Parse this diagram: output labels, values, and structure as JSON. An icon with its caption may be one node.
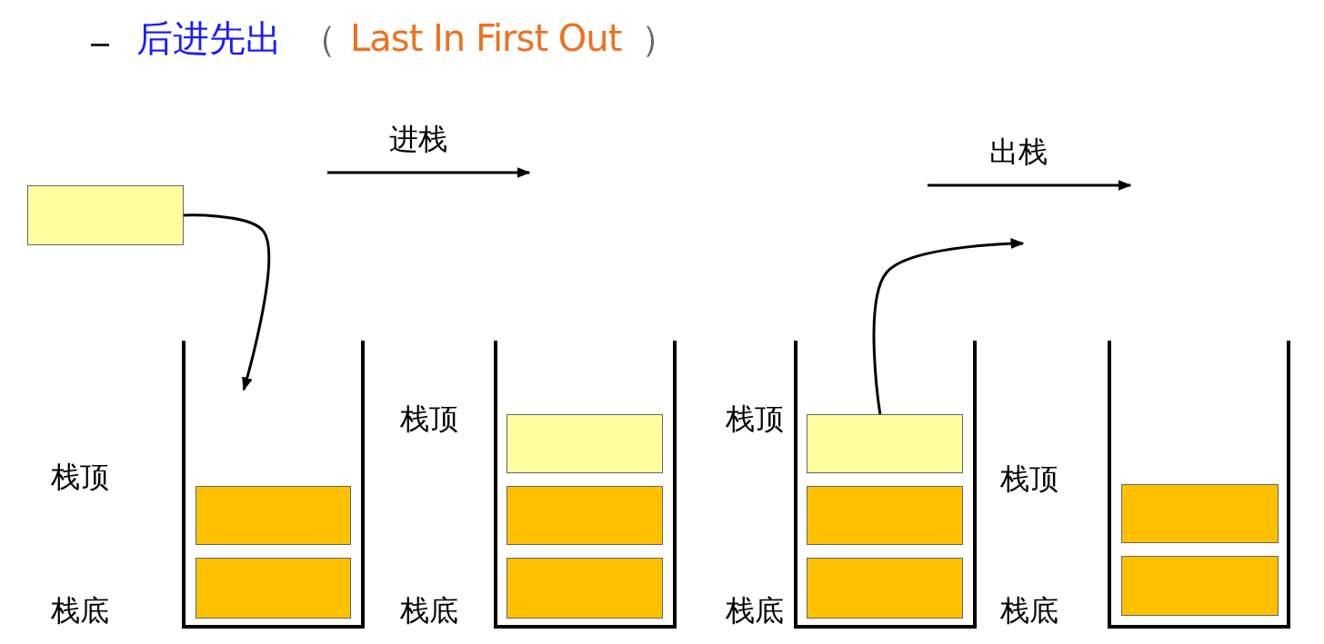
{
  "diagram": {
    "nodes": [
      {
        "text": [],
        "shape": "box"
      },
      {
        "text": [],
        "shape": "box",
        "beside": [
          "栈顶",
          "栈底"
        ]
      },
      {
        "text": [],
        "shape": "box",
        "in": 1
      },
      {
        "text": [],
        "shape": "box",
        "in": 1
      },
      {
        "text": [],
        "shape": "box",
        "beside": [
          "栈顶",
          "栈底"
        ]
      },
      {
        "text": [],
        "shape": "box",
        "in": 4
      },
      {
        "text": [],
        "shape": "box",
        "in": 4
      },
      {
        "text": [],
        "shape": "box",
        "in": 4
      },
      {
        "text": [],
        "shape": "box",
        "beside": [
          "栈顶",
          "栈底"
        ]
      },
      {
        "text": [],
        "shape": "box",
        "in": 8
      },
      {
        "text": [],
        "shape": "box",
        "in": 8
      },
      {
        "text": [],
        "shape": "box",
        "in": 8
      },
      {
        "text": [],
        "shape": "box",
        "beside": [
          "栈顶",
          "栈底"
        ]
      },
      {
        "text": [],
        "shape": "box",
        "in": 12
      },
      {
        "text": [],
        "shape": "box",
        "in": 12
      }
    ],
    "edges": [
      {
        "from": 0,
        "to": 1,
        "arrow": "to"
      },
      {
        "from": 9,
        "to": null,
        "arrow": "to"
      }
    ],
    "labels": [
      "后进先出",
      "（",
      "Last In First Out",
      "）",
      "进栈",
      "出栈"
    ]
  }
}
